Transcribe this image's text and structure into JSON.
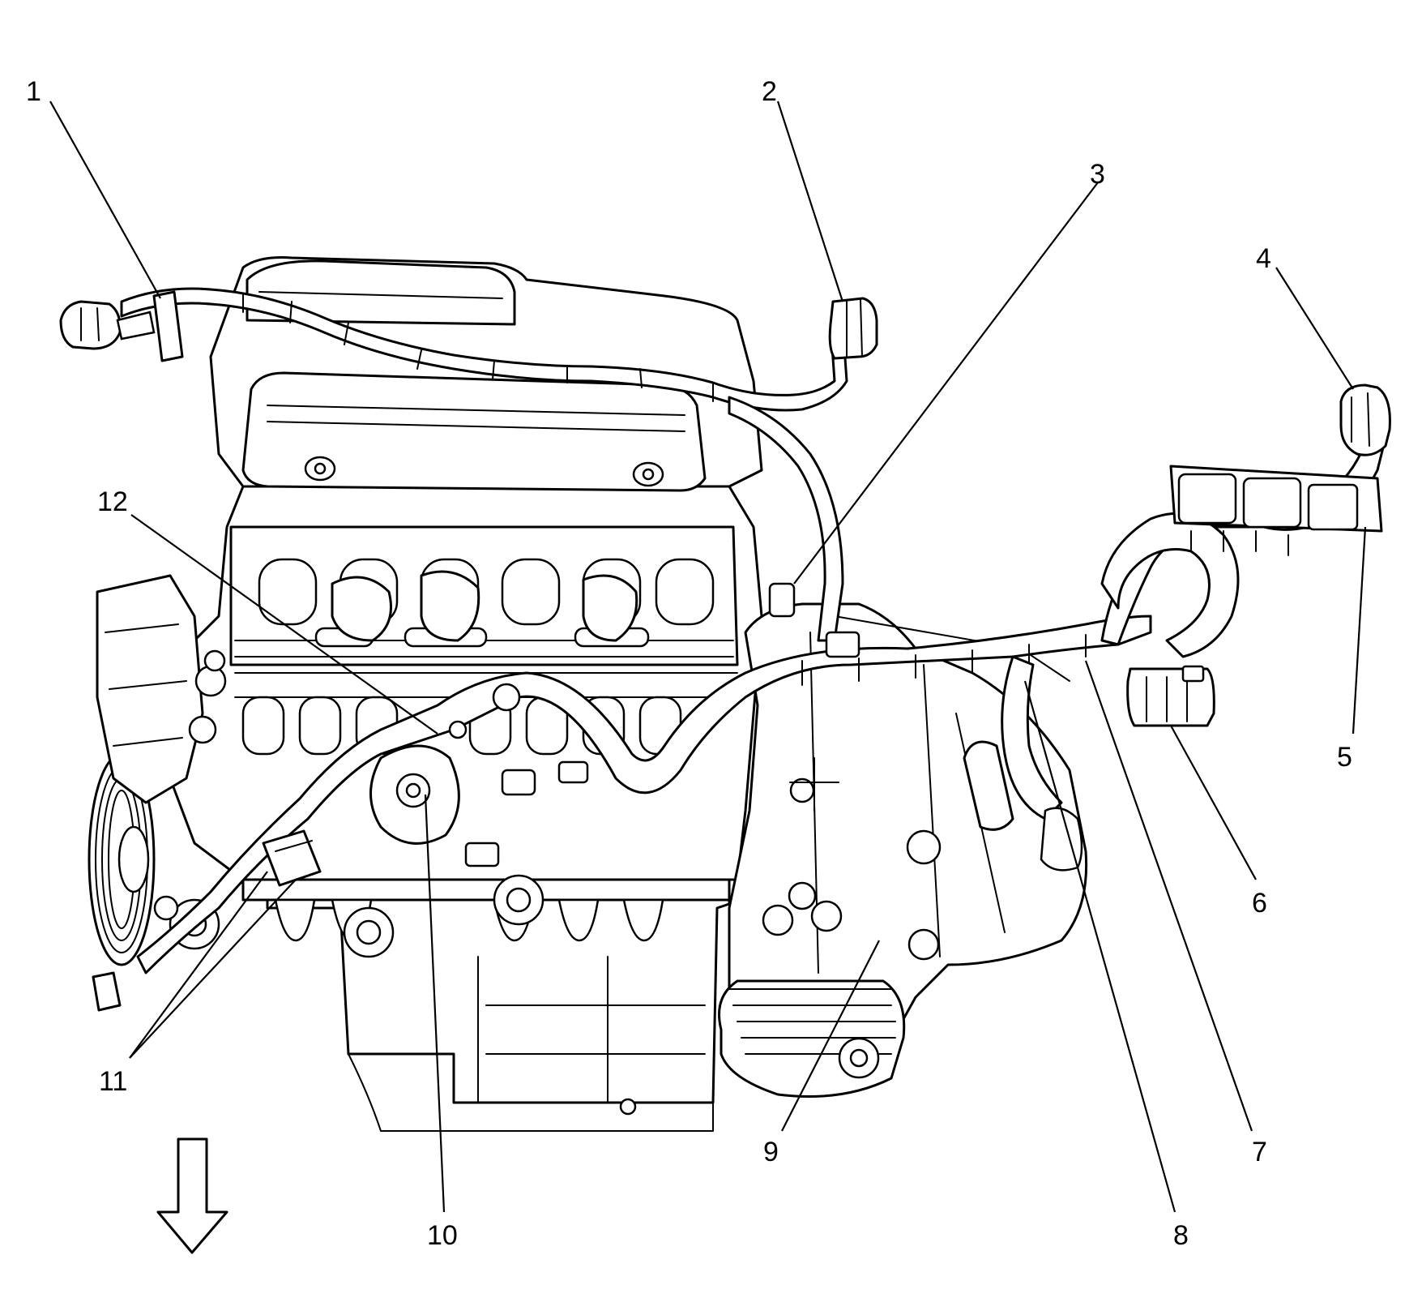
{
  "callouts": [
    {
      "id": "1",
      "label": "1"
    },
    {
      "id": "2",
      "label": "2"
    },
    {
      "id": "3",
      "label": "3"
    },
    {
      "id": "4",
      "label": "4"
    },
    {
      "id": "5",
      "label": "5"
    },
    {
      "id": "6",
      "label": "6"
    },
    {
      "id": "7",
      "label": "7"
    },
    {
      "id": "8",
      "label": "8"
    },
    {
      "id": "9",
      "label": "9"
    },
    {
      "id": "10",
      "label": "10"
    },
    {
      "id": "11",
      "label": "11"
    },
    {
      "id": "12",
      "label": "12"
    }
  ],
  "colors": {
    "ink": "#000000",
    "paper": "#ffffff"
  },
  "icons": {
    "direction_arrow": "down-arrow-icon"
  }
}
